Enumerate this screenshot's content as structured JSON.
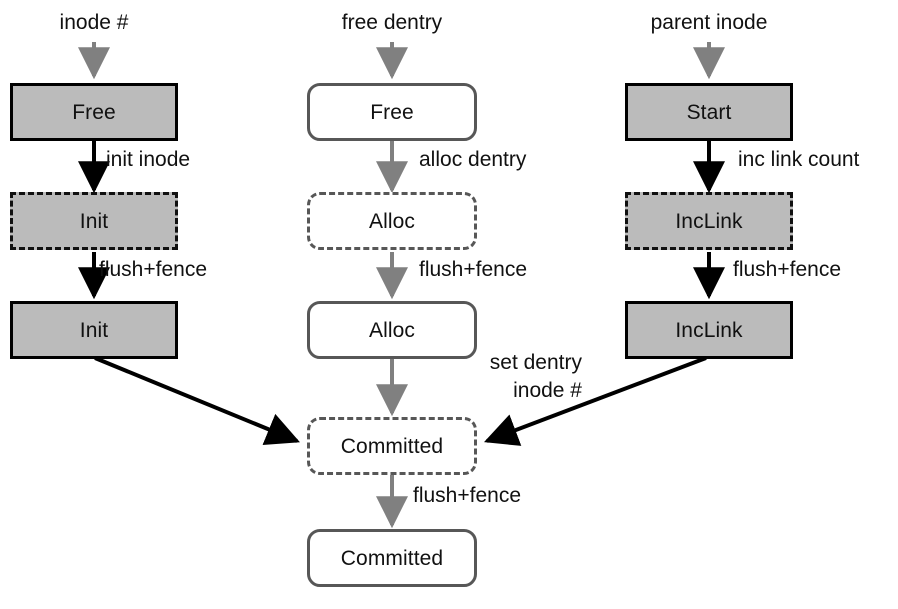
{
  "diagram": {
    "title": "inode / dentry / parent-inode state machine",
    "colors": {
      "node_fill_gray": "#bbbbbb",
      "node_fill_white": "#ffffff",
      "stroke_black": "#000000",
      "stroke_gray": "#575757",
      "arrow_black": "#000000",
      "arrow_gray": "#808080",
      "background": "#ffffff"
    },
    "columns": [
      {
        "id": "inode",
        "caption": "inode #",
        "nodes": [
          {
            "id": "inode-free",
            "label": "Free",
            "style": "solid-black"
          },
          {
            "id": "inode-init-dashed",
            "label": "Init",
            "style": "dashed-black"
          },
          {
            "id": "inode-init-solid",
            "label": "Init",
            "style": "solid-black"
          }
        ],
        "edge_labels": [
          "init inode",
          "flush+fence"
        ]
      },
      {
        "id": "dentry",
        "caption": "free dentry",
        "nodes": [
          {
            "id": "dentry-free",
            "label": "Free",
            "style": "solid-gray-round"
          },
          {
            "id": "dentry-alloc-dashed",
            "label": "Alloc",
            "style": "dashed-gray-round"
          },
          {
            "id": "dentry-alloc-solid",
            "label": "Alloc",
            "style": "solid-gray-round"
          },
          {
            "id": "dentry-committed-dashed",
            "label": "Committed",
            "style": "dashed-gray-round"
          },
          {
            "id": "dentry-committed-solid",
            "label": "Committed",
            "style": "solid-gray-round"
          }
        ],
        "edge_labels": [
          "alloc dentry",
          "flush+fence",
          "flush+fence"
        ]
      },
      {
        "id": "parent",
        "caption": "parent inode",
        "nodes": [
          {
            "id": "parent-start",
            "label": "Start",
            "style": "solid-black"
          },
          {
            "id": "parent-inclink-dashed",
            "label": "IncLink",
            "style": "dashed-black"
          },
          {
            "id": "parent-inclink-solid",
            "label": "IncLink",
            "style": "solid-black"
          }
        ],
        "edge_labels": [
          "inc link count",
          "flush+fence"
        ]
      }
    ],
    "join_label_line1": "set dentry",
    "join_label_line2": "inode #"
  }
}
